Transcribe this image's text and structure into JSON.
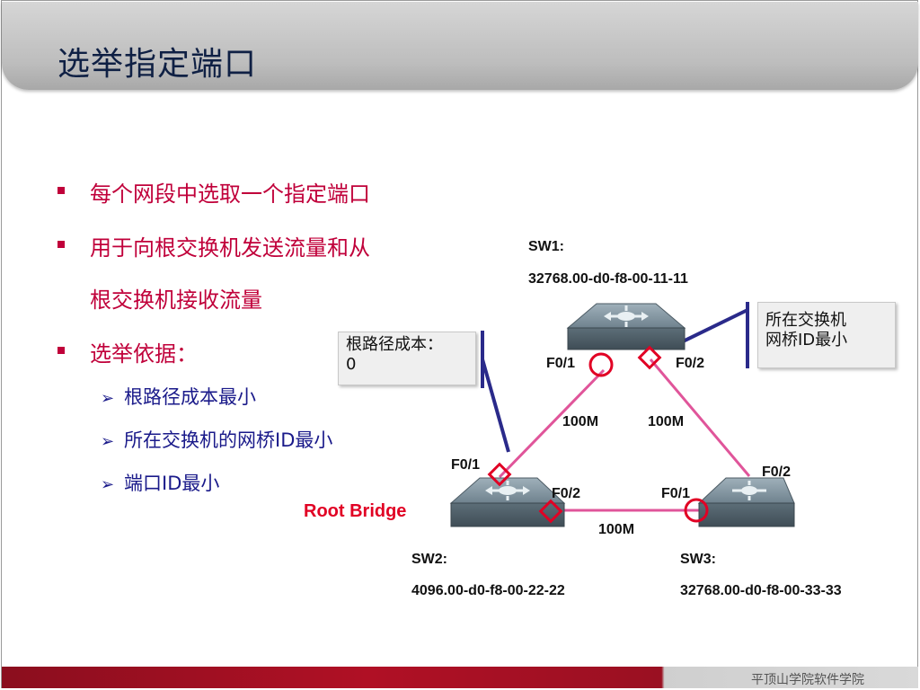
{
  "title": "选举指定端口",
  "bullets": [
    {
      "text": "每个网段中选取一个指定端口"
    },
    {
      "text": "用于向根交换机发送流量和从"
    },
    {
      "text": "根交换机接收流量"
    },
    {
      "text": "选举依据："
    }
  ],
  "sub_items": [
    {
      "text": "根路径成本最小"
    },
    {
      "text": "所在交换机的网桥ID最小"
    },
    {
      "text": "端口ID最小"
    }
  ],
  "diagram": {
    "callout_cost": {
      "line1": "根路径成本：",
      "line2": "0"
    },
    "callout_bridge": {
      "line1": "所在交换机",
      "line2": "网桥ID最小"
    },
    "root_bridge_label": "Root Bridge",
    "switches": {
      "sw1": {
        "name": "SW1:",
        "id": "32768.00-d0-f8-00-11-11"
      },
      "sw2": {
        "name": "SW2:",
        "id": "4096.00-d0-f8-00-22-22"
      },
      "sw3": {
        "name": "SW3:",
        "id": "32768.00-d0-f8-00-33-33"
      }
    },
    "ports": {
      "sw1_f01": "F0/1",
      "sw1_f02": "F0/2",
      "sw2_f01": "F0/1",
      "sw2_f02": "F0/2",
      "sw3_f01": "F0/1",
      "sw3_f02": "F0/2"
    },
    "links": {
      "sw1_sw2": "100M",
      "sw1_sw3": "100M",
      "sw2_sw3": "100M"
    },
    "colors": {
      "link": "#e0559a",
      "port_marker": "#e10024",
      "callout_bar": "#2a2a8a"
    }
  },
  "footer": {
    "text": "平顶山学院软件学院"
  }
}
